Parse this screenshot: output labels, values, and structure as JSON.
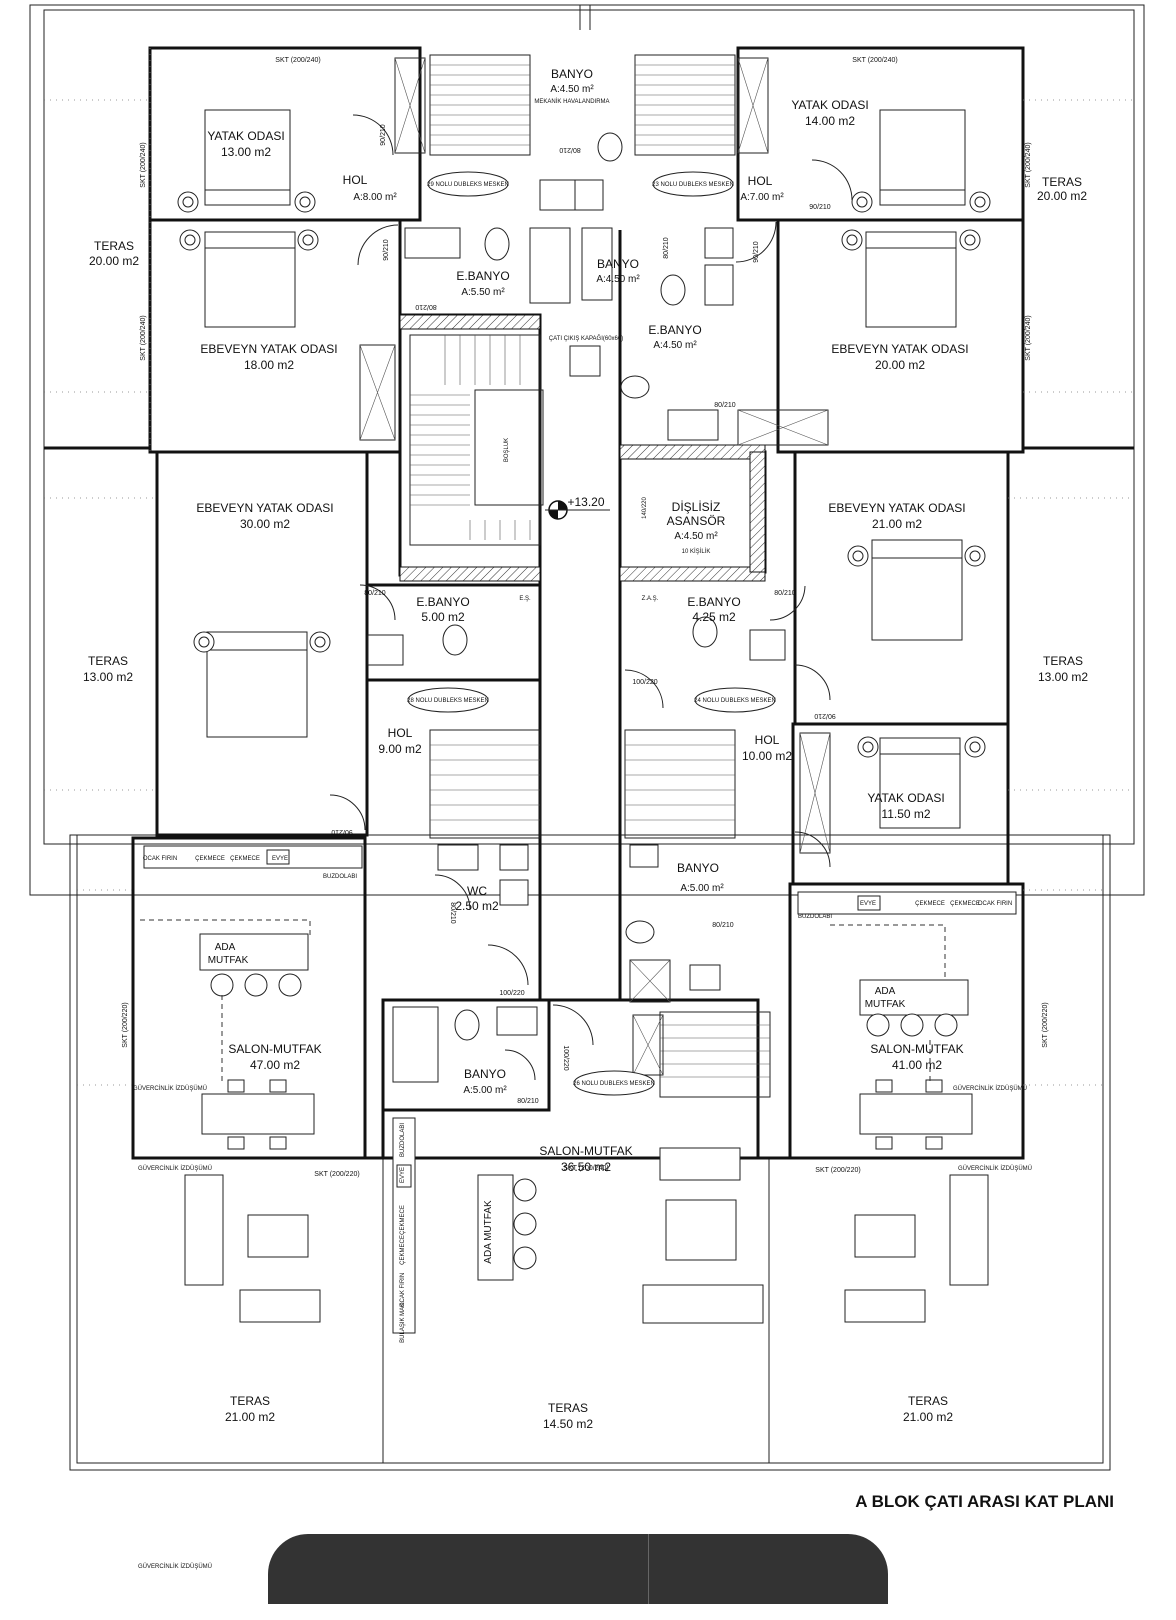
{
  "title": "A BLOK ÇATI ARASI KAT PLANI",
  "elevation": "+13.20",
  "units": {
    "u29": "29 NOLU DUBLEKS MESKEN",
    "u23": "23 NOLU DUBLEKS MESKEN",
    "u28": "28 NOLU DUBLEKS MESKEN",
    "u24": "24 NOLU DUBLEKS MESKEN",
    "u26": "26 NOLU DUBLEKS MESKEN"
  },
  "rooms": {
    "r01": {
      "name": "YATAK ODASI",
      "area": "13.00 m2"
    },
    "r02": {
      "name": "HOL",
      "area": "A:8.00 m²"
    },
    "r03": {
      "name": "BANYO",
      "area": "A:4.50 m²"
    },
    "r04": {
      "name": "YATAK ODASI",
      "area": "14.00 m2"
    },
    "r05": {
      "name": "HOL",
      "area": "A:7.00 m²"
    },
    "r06": {
      "name": "TERAS",
      "area": "20.00 m2"
    },
    "r07": {
      "name": "TERAS",
      "area": "20.00 m2"
    },
    "r08": {
      "name": "E.BANYO",
      "area": "A:5.50 m²"
    },
    "r09": {
      "name": "BANYO",
      "area": "A:4.50 m²"
    },
    "r10": {
      "name": "EBEVEYN YATAK ODASI",
      "area": "18.00 m2"
    },
    "r11": {
      "name": "E.BANYO",
      "area": "A:4.50 m²"
    },
    "r12": {
      "name": "EBEVEYN YATAK ODASI",
      "area": "20.00 m2"
    },
    "r13": {
      "name": "EBEVEYN YATAK ODASI",
      "area": "30.00 m2"
    },
    "r14": {
      "name": "DİŞLİSİZ",
      "area": "ASANSÖR"
    },
    "r15": {
      "name": "EBEVEYN YATAK ODASI",
      "area": "21.00 m2"
    },
    "r16": {
      "name": "TERAS",
      "area": "13.00 m2"
    },
    "r17": {
      "name": "TERAS",
      "area": "13.00 m2"
    },
    "r18": {
      "name": "E.BANYO",
      "area": "5.00 m2"
    },
    "r19": {
      "name": "E.BANYO",
      "area": "4.25 m2"
    },
    "r20": {
      "name": "HOL",
      "area": "9.00 m2"
    },
    "r21": {
      "name": "HOL",
      "area": "10.00 m2"
    },
    "r22": {
      "name": "YATAK ODASI",
      "area": "11.50 m2"
    },
    "r23": {
      "name": "WC",
      "area": "2.50 m2"
    },
    "r24": {
      "name": "BANYO",
      "area": "A:5.00 m²"
    },
    "r25": {
      "name": "SALON-MUTFAK",
      "area": "47.00 m2"
    },
    "r26": {
      "name": "SALON-MUTFAK",
      "area": "41.00 m2"
    },
    "r27": {
      "name": "BANYO",
      "area": "A:5.00 m²"
    },
    "r28": {
      "name": "SALON-MUTFAK",
      "area": "36.50 m2"
    },
    "r29": {
      "name": "TERAS",
      "area": "21.00 m2"
    },
    "r30": {
      "name": "TERAS",
      "area": "14.50 m2"
    },
    "r31": {
      "name": "TERAS",
      "area": "21.00 m2"
    }
  },
  "notes": {
    "elevator_area": "A:4.50 m²",
    "elevator_capacity": "10 KİŞİLİK",
    "elevator_dim": "140/220",
    "roof_hatch": "ÇATI ÇIKIŞ KAPAĞI(60x60)",
    "mech": "MEKANİK HAVALANDIRMA",
    "void": "BOŞLUK",
    "ada_label": "ADA MUTFAK",
    "ada_left": [
      "ADA",
      "MUTFAK"
    ],
    "es": "E.Ş.",
    "zas": "Z.A.Ş.",
    "pigeon": "GÜVERCİNLİK İZDÜŞÜMÜ"
  },
  "doors": {
    "d1": "90/210",
    "d2": "80/210",
    "d3": "90/210",
    "d4": "80/210",
    "d5": "90/210",
    "d6": "80/210",
    "d7": "80/210",
    "d8": "90/210",
    "d9": "80/210",
    "d10": "80/210",
    "d11": "90/210",
    "d12": "100/220",
    "d13": "100/220",
    "d14": "100/220",
    "d15": "80/210",
    "d16": "80/210",
    "d17": "80/210",
    "d18": "90/210"
  },
  "windows": {
    "w1": "SKT (200/240)",
    "w2": "SKT (200/240)",
    "w3": "SKT (200/240)",
    "w4": "SKT (200/240)",
    "w5": "SKT (200/240)",
    "w6": "SKT (200/240)",
    "w7": "SKT (200/220)",
    "w8": "SKT (200/240)",
    "w9": "SKT (200/220)",
    "w10": "SKT (200/220)",
    "w11": "SKT (200/220)"
  },
  "appliances": {
    "kitchen_left": [
      "OCAK FIRIN",
      "ÇEKMECE",
      "ÇEKMECE",
      "EVYE",
      "BUZDOLABI"
    ],
    "kitchen_center": [
      "BUZDOLABI",
      "EVYE",
      "ÇEKMECE",
      "ÇEKMECE",
      "OCAK FIRIN",
      "BULAŞIK MAK."
    ],
    "kitchen_right": [
      "BUZDOLABI",
      "EVYE",
      "ÇEKMECE",
      "ÇEKMECE",
      "OCAK FIRIN"
    ]
  }
}
